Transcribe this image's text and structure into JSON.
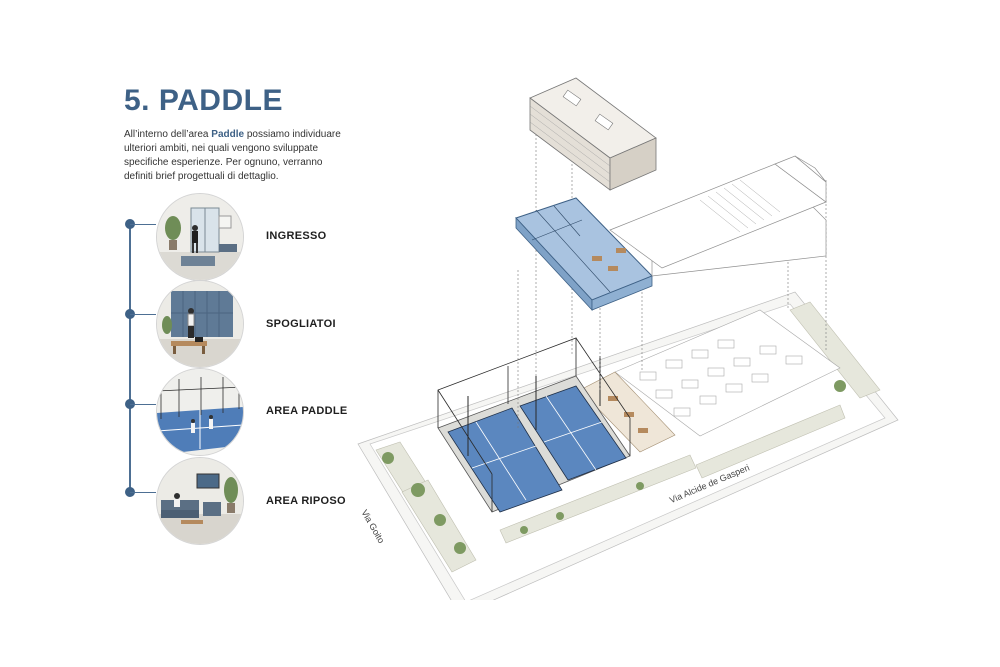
{
  "header": {
    "title": "5. PADDLE",
    "intro_before": "All’interno dell’area ",
    "intro_highlight": "Paddle",
    "intro_after": " possiamo individuare ulteriori ambiti, nei quali vengono sviluppate specifiche esperienze. Per ognuno, verranno definiti brief progettuali di dettaglio."
  },
  "stages": [
    {
      "label": "INGRESSO",
      "icon": "entrance-illustration"
    },
    {
      "label": "SPOGLIATOI",
      "icon": "locker-room-illustration"
    },
    {
      "label": "AREA PADDLE",
      "icon": "padel-court-illustration"
    },
    {
      "label": "AREA RIPOSO",
      "icon": "lounge-illustration"
    }
  ],
  "map": {
    "street_left": "Via Goito",
    "street_bottom": "Via Alcide de Gasperi"
  },
  "colors": {
    "accent": "#3e6186",
    "court": "#5b87bf",
    "highlight_floor": "#a9c3e0"
  }
}
